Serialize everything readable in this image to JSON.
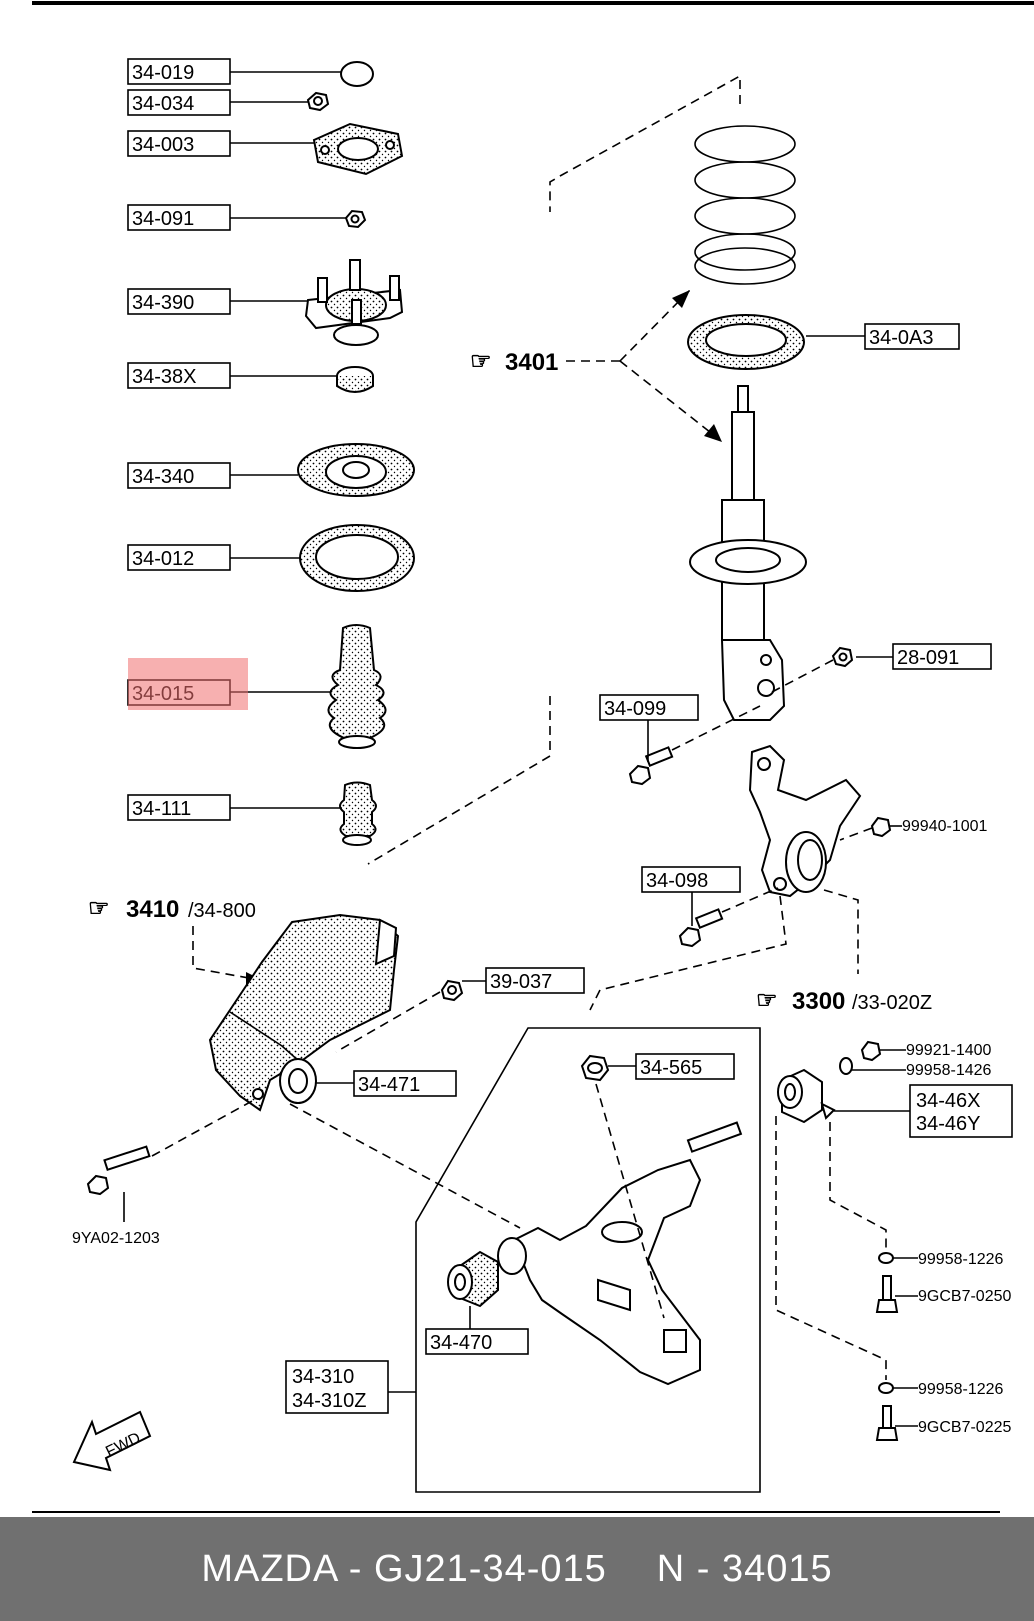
{
  "footer": {
    "part_number": "MAZDA - GJ21-34-015",
    "alt_number": "N - 34015"
  },
  "highlight": {
    "color": "#f07070",
    "part": "34-015"
  },
  "parts": {
    "p1": "34-019",
    "p2": "34-034",
    "p3": "34-003",
    "p4": "34-091",
    "p5": "34-390",
    "p6": "34-38X",
    "p7": "34-340",
    "p8": "34-012",
    "p9": "34-015",
    "p10": "34-111",
    "p11": "34-0A3",
    "p12": "28-091",
    "p13": "34-099",
    "p14": "99940-1001",
    "p15": "34-098",
    "p16": "39-037",
    "p17": "34-565",
    "p18": "34-471",
    "p19": "99921-1400",
    "p20": "99958-1426",
    "p21": "34-46X",
    "p22": "34-46Y",
    "p23": "9YA02-1203",
    "p24": "99958-1226",
    "p25": "9GCB7-0250",
    "p26": "34-470",
    "p27": "34-310",
    "p28": "34-310Z",
    "p29": "99958-1226",
    "p30": "9GCB7-0225"
  },
  "refs": {
    "r1": "3401",
    "r2": "3410",
    "r2_sub": "/34-800",
    "r3": "3300",
    "r3_sub": "/33-020Z"
  },
  "fwd_label": "FWD"
}
